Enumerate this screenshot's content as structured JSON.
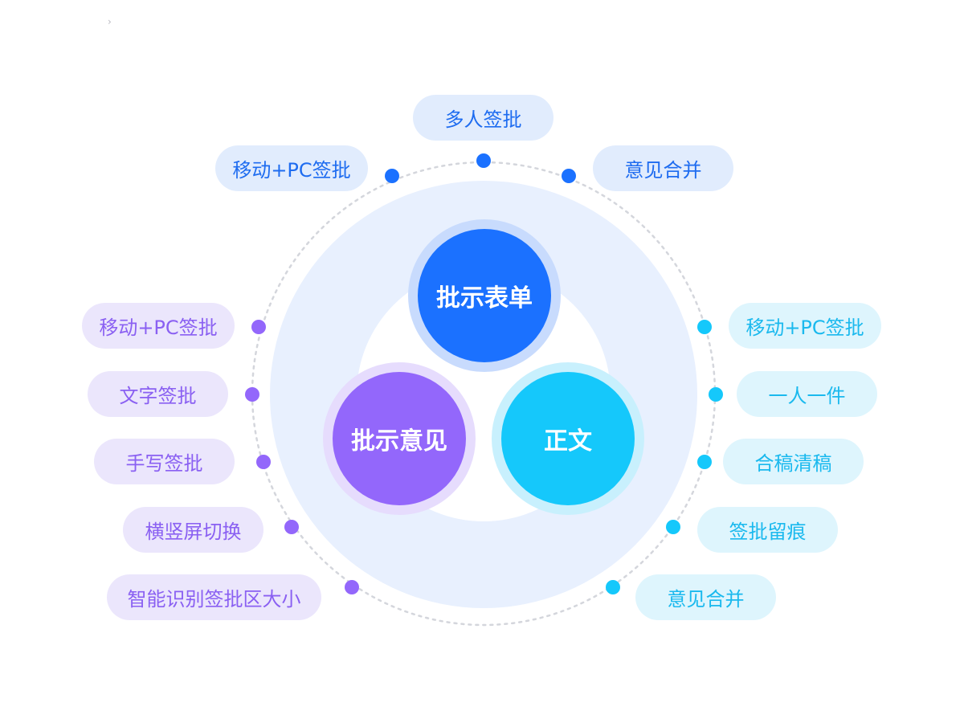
{
  "breadcrumb": {
    "chevron": "›"
  },
  "diagram": {
    "colors": {
      "blue": "#1b71ff",
      "purple": "#9367fb",
      "cyan": "#15c8fb",
      "ring_fill": "#e8f0fe"
    },
    "center_nodes": {
      "top": {
        "label": "批示表单",
        "color": "#1b71ff"
      },
      "left": {
        "label": "批示意见",
        "color": "#9367fb"
      },
      "right": {
        "label": "正文",
        "color": "#15c8fb"
      }
    },
    "blue_features": [
      {
        "label": "多人签批"
      },
      {
        "label": "移动+PC签批"
      },
      {
        "label": "意见合并"
      }
    ],
    "purple_features": [
      {
        "label": "移动+PC签批"
      },
      {
        "label": "文字签批"
      },
      {
        "label": "手写签批"
      },
      {
        "label": "横竖屏切换"
      },
      {
        "label": "智能识别签批区大小"
      }
    ],
    "cyan_features": [
      {
        "label": "移动+PC签批"
      },
      {
        "label": "一人一件"
      },
      {
        "label": "合稿清稿"
      },
      {
        "label": "签批留痕"
      },
      {
        "label": "意见合并"
      }
    ]
  }
}
